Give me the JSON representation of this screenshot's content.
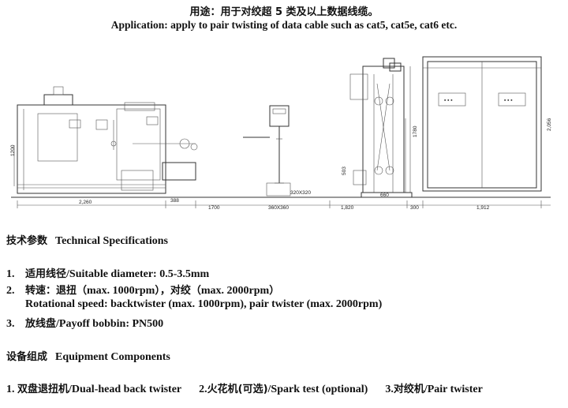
{
  "header": {
    "title_cn": "用途：用于对绞超 5 类及以上数据线缆。",
    "title_en": "Application: apply to pair twisting of data cable such as cat5, cat5e, cat6 etc."
  },
  "drawing": {
    "dims": {
      "d2260": "2,260",
      "d388": "388",
      "d1700": "1700",
      "d1820": "1,820",
      "d300": "300",
      "d1912": "1,912",
      "d660": "660",
      "d360": "360X360",
      "d320": "320X320",
      "d1200": "1200",
      "d1780": "1780",
      "d2056": "2,056",
      "d503": "503"
    }
  },
  "specs": {
    "heading_cn": "技术参数",
    "heading_en": "Technical Specifications",
    "items": [
      {
        "num": "1.",
        "cn": "适用线径",
        "en": "/Suitable diameter: 0.5-3.5mm"
      },
      {
        "num": "2.",
        "cn": "转速：退扭（",
        "en": "max. 1000rpm",
        "cn2": "），对绞（",
        "en2": "max. 2000rpm",
        "cn3": "）"
      },
      {
        "num": "",
        "cn": "",
        "en": "Rotational speed: backtwister (max. 1000rpm), pair twister (max. 2000rpm)"
      },
      {
        "num": "3.",
        "cn": "放线盘",
        "en": "/Payoff bobbin: PN500"
      }
    ]
  },
  "components": {
    "heading_cn": "设备组成",
    "heading_en": "Equipment Components",
    "items": [
      {
        "num": "1.",
        "cn": "双盘退扭机",
        "en": "/Dual-head back twister"
      },
      {
        "num": "2.",
        "cn": "火花机(可选)",
        "en": "/Spark test (optional)"
      },
      {
        "num": "3.",
        "cn": "对绞机",
        "en": "/Pair twister"
      }
    ]
  }
}
